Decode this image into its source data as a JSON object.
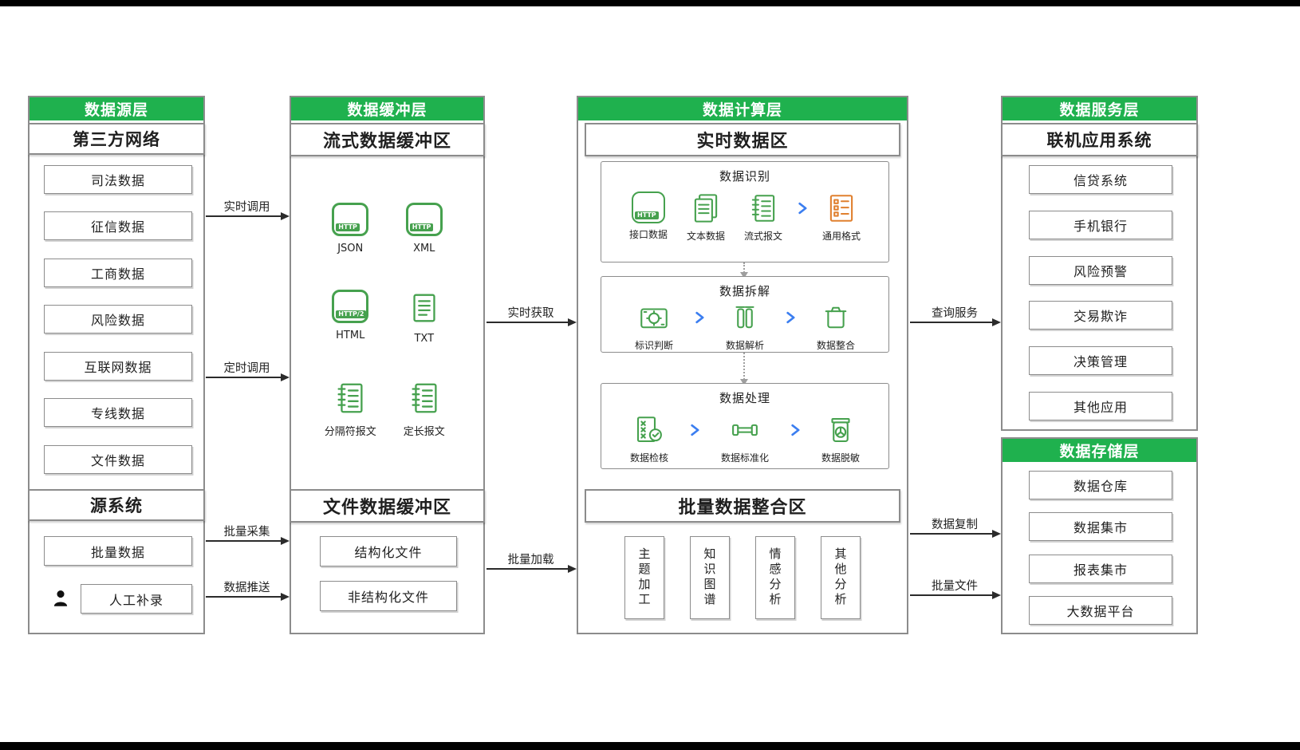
{
  "icon_text": {
    "http": "HTTP",
    "http2": "HTTP/2"
  },
  "colors": {
    "header_green": "#1fb14e",
    "icon_green": "#46a14e",
    "icon_orange": "#e0802f",
    "chevron_blue": "#3b7ef0"
  },
  "layers": {
    "source": {
      "title": "数据源层",
      "network_section": {
        "title": "第三方网络",
        "items": [
          "司法数据",
          "征信数据",
          "工商数据",
          "风险数据",
          "互联网数据",
          "专线数据",
          "文件数据"
        ]
      },
      "system_section": {
        "title": "源系统",
        "items": [
          "批量数据",
          "人工补录"
        ]
      }
    },
    "buffer": {
      "title": "数据缓冲层",
      "stream_section": {
        "title": "流式数据缓冲区",
        "icons": [
          {
            "label": "JSON",
            "type": "http",
            "tag": "HTTP"
          },
          {
            "label": "XML",
            "type": "http",
            "tag": "HTTP"
          },
          {
            "label": "HTML",
            "type": "http",
            "tag": "HTTP/2"
          },
          {
            "label": "TXT",
            "type": "doc"
          },
          {
            "label": "分隔符报文",
            "type": "notebook"
          },
          {
            "label": "定长报文",
            "type": "notebook"
          }
        ]
      },
      "file_section": {
        "title": "文件数据缓冲区",
        "items": [
          "结构化文件",
          "非结构化文件"
        ]
      }
    },
    "compute": {
      "title": "数据计算层",
      "realtime_section": {
        "title": "实时数据区",
        "stages": [
          {
            "title": "数据识别",
            "items": [
              {
                "label": "接口数据"
              },
              {
                "label": "文本数据"
              },
              {
                "label": "流式报文"
              },
              {
                "label": "通用格式"
              }
            ]
          },
          {
            "title": "数据拆解",
            "items": [
              {
                "label": "标识判断"
              },
              {
                "label": "数据解析"
              },
              {
                "label": "数据整合"
              }
            ]
          },
          {
            "title": "数据处理",
            "items": [
              {
                "label": "数据检核"
              },
              {
                "label": "数据标准化"
              },
              {
                "label": "数据脱敏"
              }
            ]
          }
        ]
      },
      "batch_section": {
        "title": "批量数据整合区",
        "items": [
          "主题加工",
          "知识图谱",
          "情感分析",
          "其他分析"
        ]
      }
    },
    "service": {
      "title": "数据服务层",
      "subtitle": "联机应用系统",
      "items": [
        "信贷系统",
        "手机银行",
        "风险预警",
        "交易欺诈",
        "决策管理",
        "其他应用"
      ]
    },
    "storage": {
      "title": "数据存储层",
      "items": [
        "数据仓库",
        "数据集市",
        "报表集市",
        "大数据平台"
      ]
    }
  },
  "arrows": {
    "realtime_call": "实时调用",
    "scheduled_call": "定时调用",
    "batch_collect": "批量采集",
    "data_push": "数据推送",
    "realtime_fetch": "实时获取",
    "batch_load": "批量加载",
    "query_service": "查询服务",
    "data_copy": "数据复制",
    "batch_file": "批量文件"
  }
}
